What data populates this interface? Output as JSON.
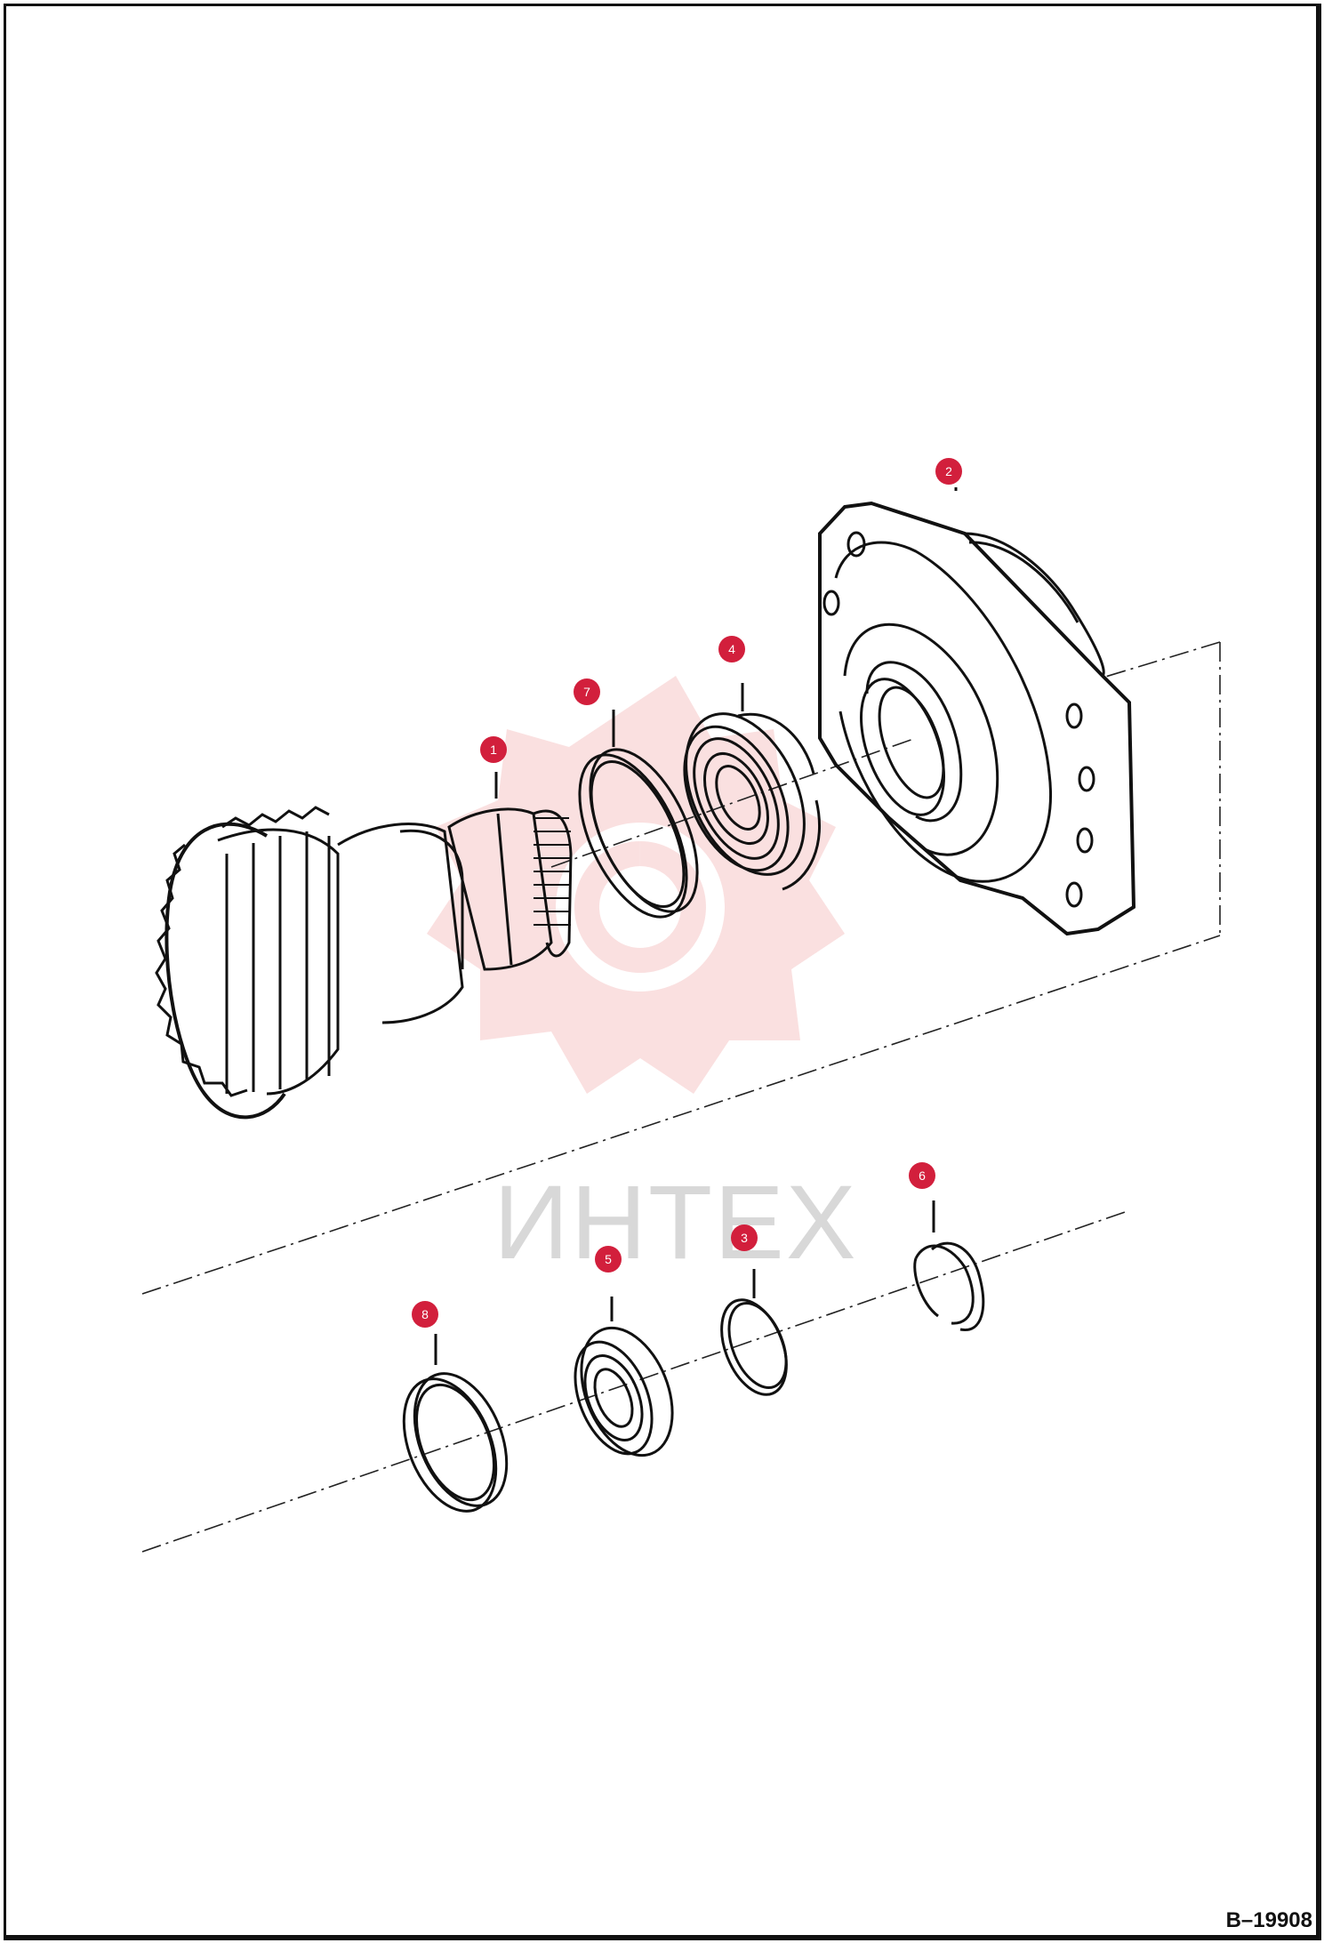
{
  "watermark": {
    "text": "ИНТЕХ"
  },
  "reference_id": "B–19908",
  "callout_color": "#d21f3c",
  "parts": [
    {
      "label": "1"
    },
    {
      "label": "2"
    },
    {
      "label": "7"
    },
    {
      "label": "4"
    },
    {
      "label": "6"
    },
    {
      "label": "3"
    },
    {
      "label": "5"
    },
    {
      "label": "8"
    }
  ]
}
